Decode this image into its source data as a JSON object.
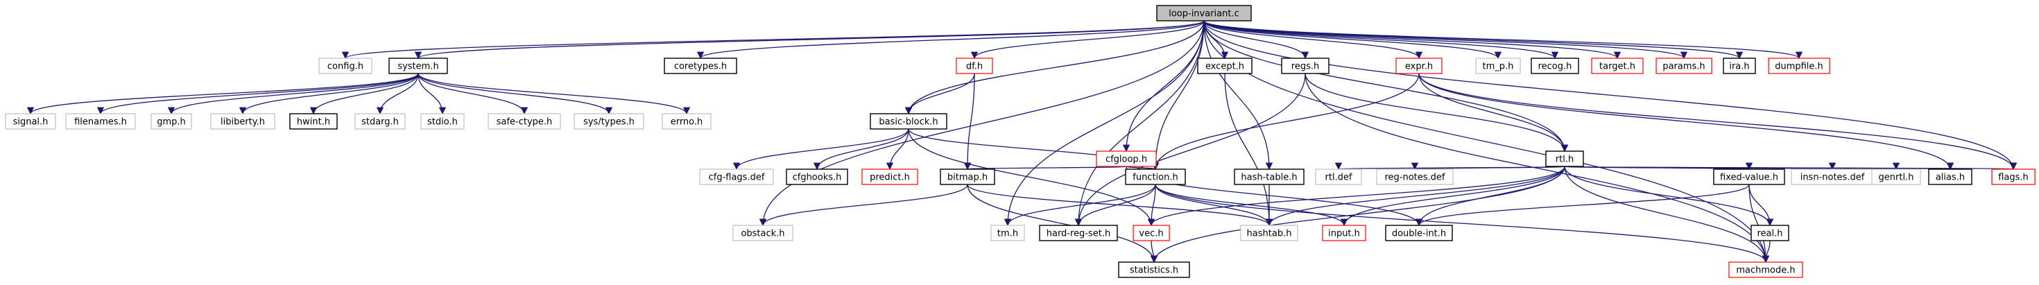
{
  "graph": {
    "root": "loop-invariant.c",
    "nodes": [
      {
        "id": "loop-invariant.c",
        "label": "loop-invariant.c",
        "style": "root"
      },
      {
        "id": "config.h",
        "label": "config.h",
        "style": "gray"
      },
      {
        "id": "system.h",
        "label": "system.h",
        "style": "black"
      },
      {
        "id": "coretypes.h",
        "label": "coretypes.h",
        "style": "black"
      },
      {
        "id": "df.h",
        "label": "df.h",
        "style": "red"
      },
      {
        "id": "cfgloop.h",
        "label": "cfgloop.h",
        "style": "red"
      },
      {
        "id": "except.h",
        "label": "except.h",
        "style": "black"
      },
      {
        "id": "regs.h",
        "label": "regs.h",
        "style": "black"
      },
      {
        "id": "expr.h",
        "label": "expr.h",
        "style": "red"
      },
      {
        "id": "tm_p.h",
        "label": "tm_p.h",
        "style": "gray"
      },
      {
        "id": "recog.h",
        "label": "recog.h",
        "style": "black"
      },
      {
        "id": "target.h",
        "label": "target.h",
        "style": "red"
      },
      {
        "id": "params.h",
        "label": "params.h",
        "style": "red"
      },
      {
        "id": "ira.h",
        "label": "ira.h",
        "style": "black"
      },
      {
        "id": "dumpfile.h",
        "label": "dumpfile.h",
        "style": "red"
      },
      {
        "id": "signal.h",
        "label": "signal.h",
        "style": "gray"
      },
      {
        "id": "filenames.h",
        "label": "filenames.h",
        "style": "gray"
      },
      {
        "id": "gmp.h",
        "label": "gmp.h",
        "style": "gray"
      },
      {
        "id": "libiberty.h",
        "label": "libiberty.h",
        "style": "gray"
      },
      {
        "id": "hwint.h",
        "label": "hwint.h",
        "style": "black"
      },
      {
        "id": "stdarg.h",
        "label": "stdarg.h",
        "style": "gray"
      },
      {
        "id": "stdio.h",
        "label": "stdio.h",
        "style": "gray"
      },
      {
        "id": "safe-ctype.h",
        "label": "safe-ctype.h",
        "style": "gray"
      },
      {
        "id": "sys/types.h",
        "label": "sys/types.h",
        "style": "gray"
      },
      {
        "id": "errno.h",
        "label": "errno.h",
        "style": "gray"
      },
      {
        "id": "basic-block.h",
        "label": "basic-block.h",
        "style": "black"
      },
      {
        "id": "rtl.h",
        "label": "rtl.h",
        "style": "black"
      },
      {
        "id": "cfg-flags.def",
        "label": "cfg-flags.def",
        "style": "gray"
      },
      {
        "id": "cfghooks.h",
        "label": "cfghooks.h",
        "style": "black"
      },
      {
        "id": "predict.h",
        "label": "predict.h",
        "style": "red"
      },
      {
        "id": "bitmap.h",
        "label": "bitmap.h",
        "style": "black"
      },
      {
        "id": "function.h",
        "label": "function.h",
        "style": "black"
      },
      {
        "id": "hash-table.h",
        "label": "hash-table.h",
        "style": "black"
      },
      {
        "id": "rtl.def",
        "label": "rtl.def",
        "style": "gray"
      },
      {
        "id": "reg-notes.def",
        "label": "reg-notes.def",
        "style": "gray"
      },
      {
        "id": "fixed-value.h",
        "label": "fixed-value.h",
        "style": "black"
      },
      {
        "id": "insn-notes.def",
        "label": "insn-notes.def",
        "style": "gray"
      },
      {
        "id": "genrtl.h",
        "label": "genrtl.h",
        "style": "gray"
      },
      {
        "id": "alias.h",
        "label": "alias.h",
        "style": "black"
      },
      {
        "id": "flags.h",
        "label": "flags.h",
        "style": "red"
      },
      {
        "id": "obstack.h",
        "label": "obstack.h",
        "style": "gray"
      },
      {
        "id": "tm.h",
        "label": "tm.h",
        "style": "gray"
      },
      {
        "id": "hard-reg-set.h",
        "label": "hard-reg-set.h",
        "style": "black"
      },
      {
        "id": "vec.h",
        "label": "vec.h",
        "style": "red"
      },
      {
        "id": "hashtab.h",
        "label": "hashtab.h",
        "style": "gray"
      },
      {
        "id": "input.h",
        "label": "input.h",
        "style": "red"
      },
      {
        "id": "double-int.h",
        "label": "double-int.h",
        "style": "black"
      },
      {
        "id": "real.h",
        "label": "real.h",
        "style": "black"
      },
      {
        "id": "statistics.h",
        "label": "statistics.h",
        "style": "black"
      },
      {
        "id": "machmode.h",
        "label": "machmode.h",
        "style": "red"
      }
    ],
    "edges": [
      [
        "loop-invariant.c",
        "config.h"
      ],
      [
        "loop-invariant.c",
        "system.h"
      ],
      [
        "loop-invariant.c",
        "coretypes.h"
      ],
      [
        "loop-invariant.c",
        "df.h"
      ],
      [
        "loop-invariant.c",
        "cfgloop.h"
      ],
      [
        "loop-invariant.c",
        "except.h"
      ],
      [
        "loop-invariant.c",
        "regs.h"
      ],
      [
        "loop-invariant.c",
        "expr.h"
      ],
      [
        "loop-invariant.c",
        "tm_p.h"
      ],
      [
        "loop-invariant.c",
        "recog.h"
      ],
      [
        "loop-invariant.c",
        "target.h"
      ],
      [
        "loop-invariant.c",
        "params.h"
      ],
      [
        "loop-invariant.c",
        "ira.h"
      ],
      [
        "loop-invariant.c",
        "dumpfile.h"
      ],
      [
        "loop-invariant.c",
        "basic-block.h"
      ],
      [
        "loop-invariant.c",
        "rtl.h"
      ],
      [
        "loop-invariant.c",
        "obstack.h"
      ],
      [
        "loop-invariant.c",
        "tm.h"
      ],
      [
        "loop-invariant.c",
        "function.h"
      ],
      [
        "loop-invariant.c",
        "hash-table.h"
      ],
      [
        "loop-invariant.c",
        "hard-reg-set.h"
      ],
      [
        "loop-invariant.c",
        "flags.h"
      ],
      [
        "system.h",
        "signal.h"
      ],
      [
        "system.h",
        "filenames.h"
      ],
      [
        "system.h",
        "gmp.h"
      ],
      [
        "system.h",
        "libiberty.h"
      ],
      [
        "system.h",
        "hwint.h"
      ],
      [
        "system.h",
        "stdarg.h"
      ],
      [
        "system.h",
        "stdio.h"
      ],
      [
        "system.h",
        "safe-ctype.h"
      ],
      [
        "system.h",
        "sys/types.h"
      ],
      [
        "system.h",
        "errno.h"
      ],
      [
        "df.h",
        "basic-block.h"
      ],
      [
        "df.h",
        "bitmap.h"
      ],
      [
        "basic-block.h",
        "cfg-flags.def"
      ],
      [
        "basic-block.h",
        "cfghooks.h"
      ],
      [
        "basic-block.h",
        "predict.h"
      ],
      [
        "basic-block.h",
        "function.h"
      ],
      [
        "basic-block.h",
        "vec.h"
      ],
      [
        "cfgloop.h",
        "bitmap.h"
      ],
      [
        "cfgloop.h",
        "function.h"
      ],
      [
        "cfgloop.h",
        "double-int.h"
      ],
      [
        "except.h",
        "hashtab.h"
      ],
      [
        "regs.h",
        "hard-reg-set.h"
      ],
      [
        "regs.h",
        "rtl.h"
      ],
      [
        "regs.h",
        "machmode.h"
      ],
      [
        "expr.h",
        "rtl.h"
      ],
      [
        "expr.h",
        "function.h"
      ],
      [
        "expr.h",
        "alias.h"
      ],
      [
        "expr.h",
        "flags.h"
      ],
      [
        "hash-table.h",
        "hashtab.h"
      ],
      [
        "rtl.h",
        "rtl.def"
      ],
      [
        "rtl.h",
        "reg-notes.def"
      ],
      [
        "rtl.h",
        "fixed-value.h"
      ],
      [
        "rtl.h",
        "insn-notes.def"
      ],
      [
        "rtl.h",
        "genrtl.h"
      ],
      [
        "rtl.h",
        "alias.h"
      ],
      [
        "rtl.h",
        "flags.h"
      ],
      [
        "rtl.h",
        "input.h"
      ],
      [
        "rtl.h",
        "double-int.h"
      ],
      [
        "rtl.h",
        "real.h"
      ],
      [
        "rtl.h",
        "vec.h"
      ],
      [
        "rtl.h",
        "statistics.h"
      ],
      [
        "rtl.h",
        "machmode.h"
      ],
      [
        "rtl.h",
        "hashtab.h"
      ],
      [
        "bitmap.h",
        "obstack.h"
      ],
      [
        "bitmap.h",
        "statistics.h"
      ],
      [
        "bitmap.h",
        "hashtab.h"
      ],
      [
        "function.h",
        "tm.h"
      ],
      [
        "function.h",
        "hard-reg-set.h"
      ],
      [
        "function.h",
        "vec.h"
      ],
      [
        "function.h",
        "hashtab.h"
      ],
      [
        "function.h",
        "input.h"
      ],
      [
        "function.h",
        "machmode.h"
      ],
      [
        "fixed-value.h",
        "double-int.h"
      ],
      [
        "fixed-value.h",
        "real.h"
      ],
      [
        "fixed-value.h",
        "machmode.h"
      ],
      [
        "real.h",
        "machmode.h"
      ],
      [
        "vec.h",
        "statistics.h"
      ],
      [
        "loop-invariant.c",
        "machmode.h"
      ]
    ]
  },
  "colors": {
    "edge": "#191970",
    "root_fill": "#bfbfbf",
    "node_fill": "#ffffff",
    "black_border": "#000000",
    "red_border": "#ff0000",
    "gray_border": "#bfbfbf",
    "text": "#000000"
  }
}
